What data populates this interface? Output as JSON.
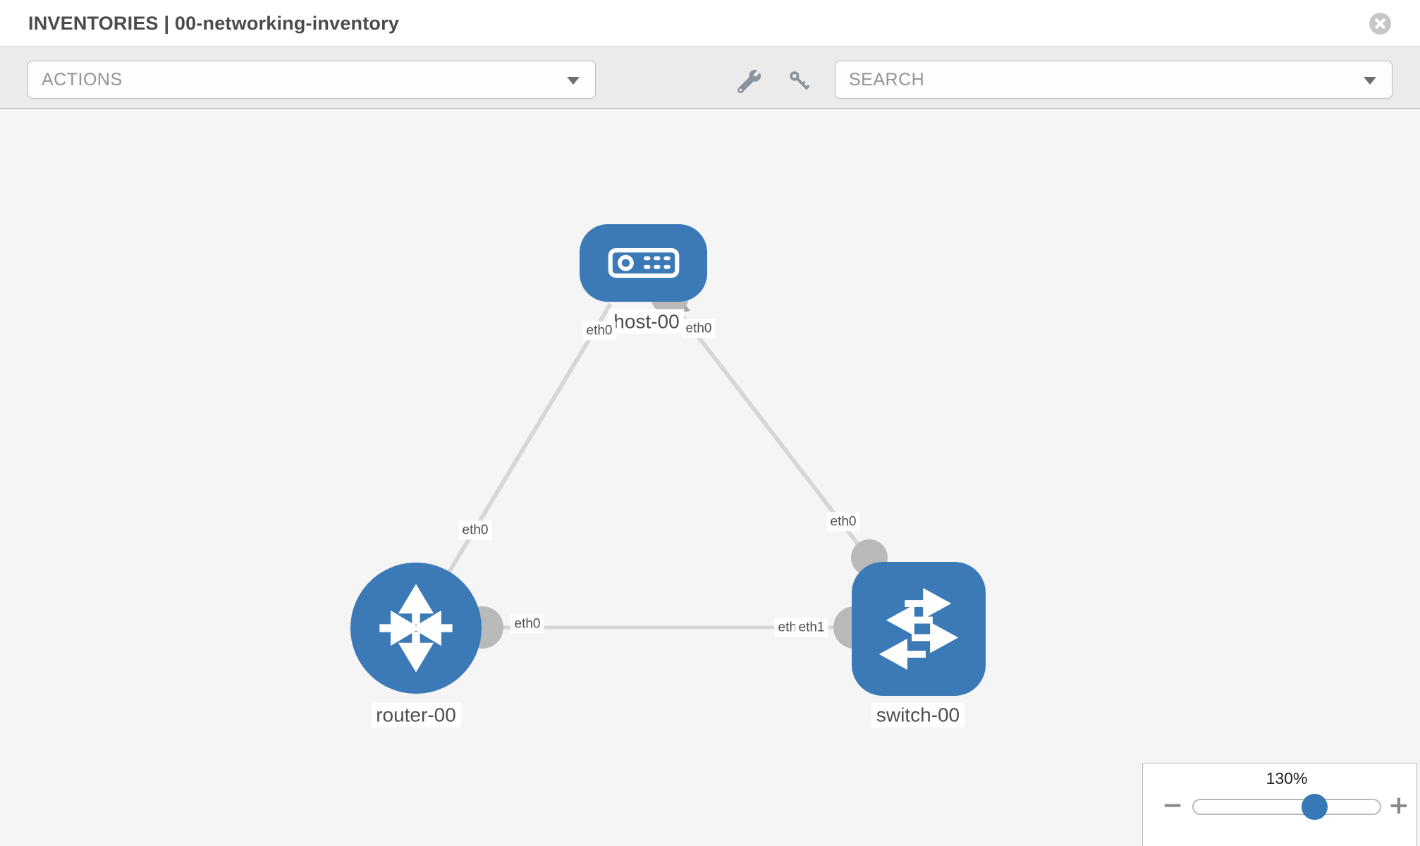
{
  "header": {
    "title": "INVENTORIES | 00-networking-inventory"
  },
  "toolbar": {
    "actions_label": "ACTIONS",
    "search_label": "SEARCH"
  },
  "canvas": {
    "nodes": [
      {
        "id": "host-00",
        "label": "host-00",
        "type": "host",
        "icon": "server-icon"
      },
      {
        "id": "router-00",
        "label": "router-00",
        "type": "router",
        "icon": "router-arrows-icon"
      },
      {
        "id": "switch-00",
        "label": "switch-00",
        "type": "switch",
        "icon": "switch-arrows-icon"
      }
    ],
    "links": [
      {
        "from": "host-00",
        "to": "router-00",
        "from_label": "eth0",
        "to_label": "eth0"
      },
      {
        "from": "host-00",
        "to": "switch-00",
        "from_label": "eth0",
        "to_label": "eth0"
      },
      {
        "from": "router-00",
        "to": "switch-00",
        "from_label": "eth0",
        "to_label": "eth1",
        "to_label_behind": "eth0"
      }
    ]
  },
  "zoom_control": {
    "level": "130%",
    "minus_icon": "−",
    "plus_icon": "+"
  },
  "icons": {
    "close": "close-icon",
    "wrench": "wrench-icon",
    "key": "key-icon",
    "dropdown_caret": "chevron-down-icon",
    "host": "server-icon",
    "router": "router-arrows-icon",
    "switch": "switch-arrows-icon",
    "zoom_out": "minus-icon",
    "zoom_in": "plus-icon"
  },
  "colors": {
    "node_blue": "#3b7ab6",
    "slider_thumb_blue": "#3778b7",
    "link_gray": "#d7d7d7",
    "port_gray": "#b9b9b9",
    "toolbar_bg": "#ebebeb",
    "canvas_bg": "#f5f5f5"
  }
}
